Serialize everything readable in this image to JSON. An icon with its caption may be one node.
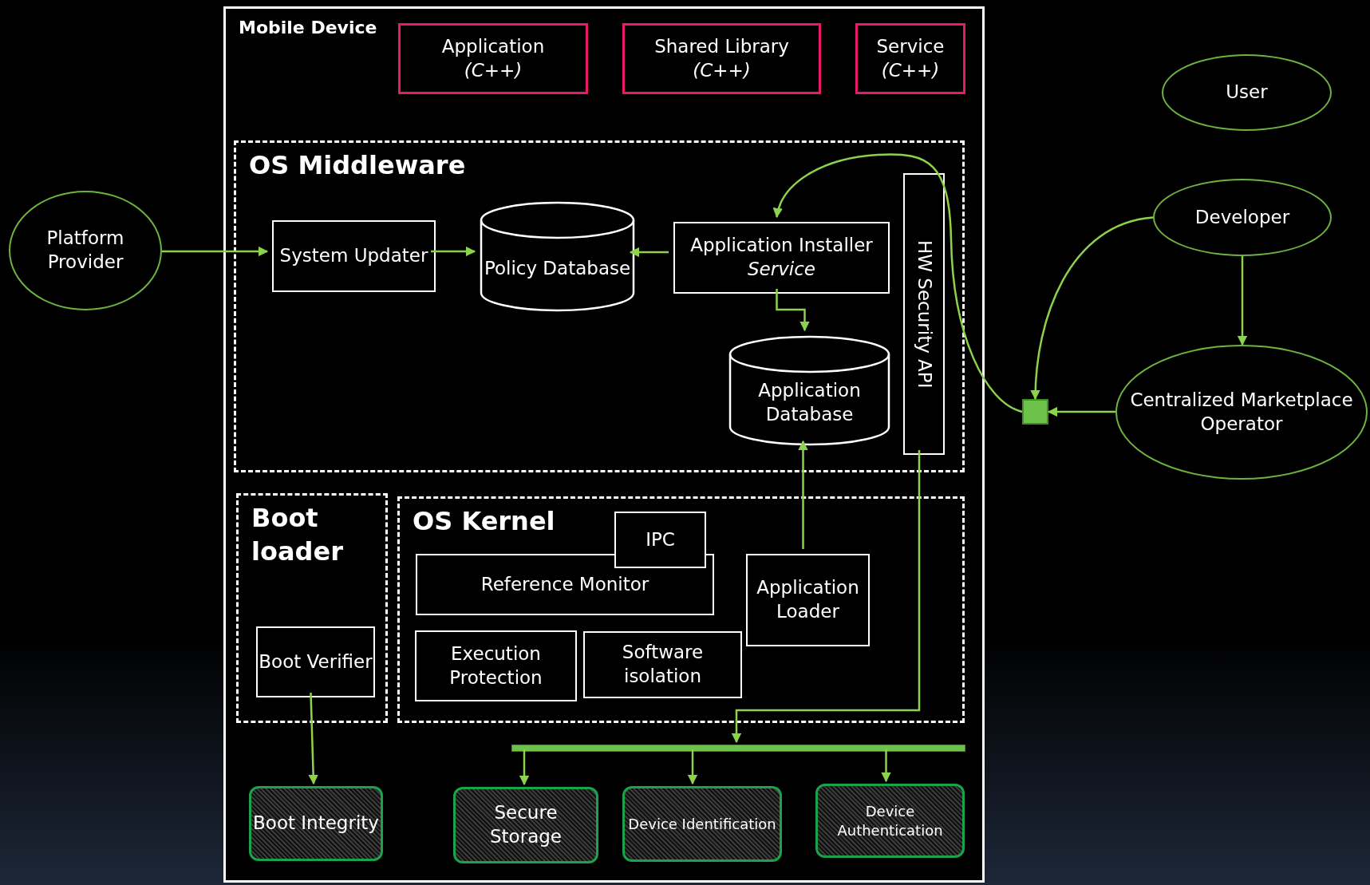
{
  "diagram": {
    "nodes": [
      {
        "text": [
          "Mobile Device"
        ]
      },
      {
        "text": [
          "Application",
          "(C++)"
        ],
        "in": 0
      },
      {
        "text": [
          "Shared Library",
          "(C++)"
        ],
        "in": 0
      },
      {
        "text": [
          "Service",
          "(C++)"
        ],
        "in": 0
      },
      {
        "text": [
          "User"
        ]
      },
      {
        "text": [
          "OS Middleware"
        ],
        "in": 0
      },
      {
        "text": [
          "Platform Provider"
        ]
      },
      {
        "text": [
          "System Updater"
        ],
        "in": 5
      },
      {
        "text": [
          "Policy Database"
        ],
        "in": 5
      },
      {
        "text": [
          "Application Installer",
          "Service"
        ],
        "in": 5
      },
      {
        "text": [
          "HW Security API"
        ],
        "in": 5
      },
      {
        "text": [
          "Developer"
        ]
      },
      {
        "text": [
          "Application Database"
        ],
        "in": 5
      },
      {
        "text": [],
        "shape": "box"
      },
      {
        "text": [
          "Centralized Marketplace Operator"
        ]
      },
      {
        "text": [
          "Boot loader"
        ],
        "in": 0
      },
      {
        "text": [
          "OS Kernel"
        ],
        "in": 0
      },
      {
        "text": [
          "IPC"
        ],
        "in": 16
      },
      {
        "text": [
          "Reference Monitor"
        ],
        "in": 16
      },
      {
        "text": [
          "Application Loader"
        ],
        "in": 16
      },
      {
        "text": [
          "Boot Verifier"
        ],
        "in": 15
      },
      {
        "text": [
          "Execution Protection"
        ],
        "in": 16
      },
      {
        "text": [
          "Software isolation"
        ],
        "in": 16
      },
      {
        "text": [],
        "shape": "bar",
        "in": 0
      },
      {
        "text": [
          "Boot Integrity"
        ],
        "in": 0
      },
      {
        "text": [
          "Secure Storage"
        ],
        "in": 0
      },
      {
        "text": [
          "Device Identification"
        ],
        "in": 0
      },
      {
        "text": [
          "Device Authentication"
        ],
        "in": 0
      }
    ],
    "edges": [
      {
        "from": 6,
        "to": 7,
        "arrow": "to"
      },
      {
        "from": 7,
        "to": 8,
        "arrow": "to"
      },
      {
        "from": 9,
        "to": 8,
        "arrow": "to"
      },
      {
        "from": 9,
        "to": 12,
        "arrow": "to"
      },
      {
        "from": 19,
        "to": 12,
        "arrow": "to"
      },
      {
        "from": 13,
        "to": 9,
        "arrow": "to"
      },
      {
        "from": 11,
        "to": 13,
        "arrow": "to"
      },
      {
        "from": 11,
        "to": 14,
        "arrow": "to"
      },
      {
        "from": 14,
        "to": 13,
        "arrow": "to"
      },
      {
        "from": 10,
        "to": 23,
        "arrow": "to"
      },
      {
        "from": 23,
        "to": 25,
        "arrow": "to"
      },
      {
        "from": 23,
        "to": 26,
        "arrow": "to"
      },
      {
        "from": 23,
        "to": 27,
        "arrow": "to"
      },
      {
        "from": 20,
        "to": 24,
        "arrow": "to"
      }
    ]
  }
}
